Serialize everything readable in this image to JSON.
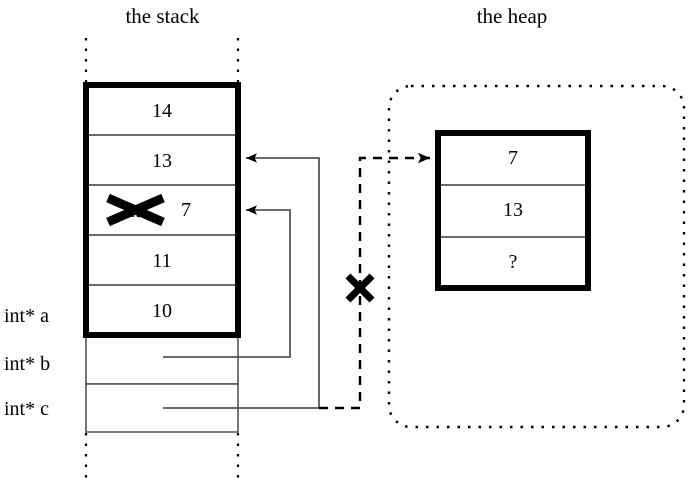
{
  "diagram": {
    "title_stack": "the stack",
    "title_heap": "the heap",
    "colors": {
      "ink": "#000000",
      "hairline": "#555555",
      "background": "#ffffff"
    }
  },
  "stack": {
    "label": "the stack",
    "frame_cells": [
      {
        "value": "14"
      },
      {
        "value": "13"
      },
      {
        "value": "12",
        "struck": true,
        "new_value": "7"
      },
      {
        "value": "11"
      },
      {
        "value": "10"
      }
    ],
    "variables": [
      {
        "label": "int* a",
        "row": 0
      },
      {
        "label": "int* b",
        "row": 1
      },
      {
        "label": "int* c",
        "row": 2
      }
    ]
  },
  "heap": {
    "label": "the heap",
    "cells": [
      {
        "value": "7"
      },
      {
        "value": "13"
      },
      {
        "value": "?"
      }
    ]
  },
  "marks": {
    "struck_value_mark": "x-cross-mark",
    "broken_pointer_mark": "x-cross-mark",
    "struck_cell_replacement": "7"
  },
  "pointers": [
    {
      "from": "int* b",
      "to": "stack cell 12/7"
    },
    {
      "from": "int* c",
      "to": "stack cell 13"
    },
    {
      "from": "int* c dashed",
      "to": "heap cell 7",
      "broken": true
    }
  ]
}
